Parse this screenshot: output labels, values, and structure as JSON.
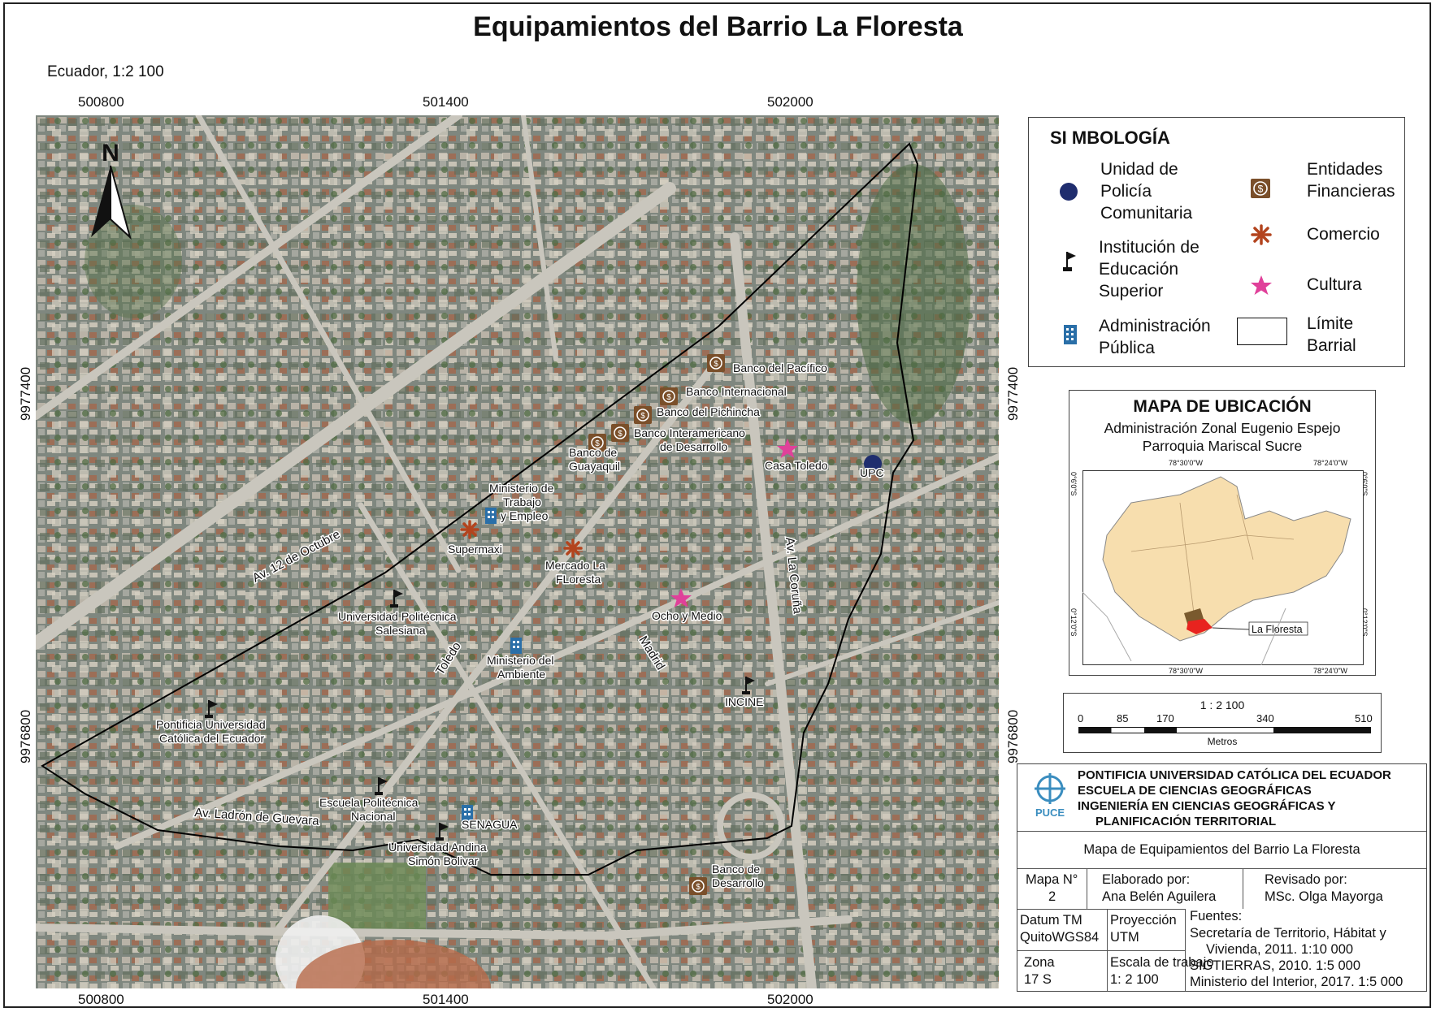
{
  "title": "Equipamientos del Barrio La Floresta",
  "subtitle": "Ecuador, 1:2 100",
  "axes": {
    "x_ticks": [
      "500800",
      "501400",
      "502000"
    ],
    "y_ticks": [
      "9977400",
      "9976800"
    ]
  },
  "north_arrow": "N",
  "streets": [
    "Av. 12 de Octubre",
    "Av. La Coruña",
    "Toledo",
    "Madrid",
    "Av. Ladrón de Guevara"
  ],
  "points": [
    {
      "name": "Banco del Pacífico",
      "category": "Entidades Financieras",
      "icon": "dollar-icon"
    },
    {
      "name": "Banco Internacional",
      "category": "Entidades Financieras",
      "icon": "dollar-icon"
    },
    {
      "name": "Banco del Pichincha",
      "category": "Entidades Financieras",
      "icon": "dollar-icon"
    },
    {
      "name_lines": [
        "Banco Interamericano",
        "de Desarrollo"
      ],
      "category": "Entidades Financieras",
      "icon": "dollar-icon"
    },
    {
      "name_lines": [
        "Banco de",
        "Guayaquil"
      ],
      "category": "Entidades Financieras",
      "icon": "dollar-icon"
    },
    {
      "name_lines": [
        "Banco de",
        "Desarrollo"
      ],
      "category": "Entidades Financieras",
      "icon": "dollar-icon"
    },
    {
      "name": "Casa Toledo",
      "category": "Cultura",
      "icon": "star-icon"
    },
    {
      "name": "Ocho y Medio",
      "category": "Cultura",
      "icon": "star-icon"
    },
    {
      "name": "UPC",
      "category": "Unidad de Policía Comunitaria",
      "icon": "circle-icon"
    },
    {
      "name_lines": [
        "Ministerio de",
        "Trabajo",
        "y Empleo"
      ],
      "category": "Administración Pública",
      "icon": "building-icon"
    },
    {
      "name_lines": [
        "Ministerio del",
        "Ambiente"
      ],
      "category": "Administración Pública",
      "icon": "building-icon"
    },
    {
      "name": "SENAGUA",
      "category": "Administración Pública",
      "icon": "building-icon"
    },
    {
      "name": "Supermaxi",
      "category": "Comercio",
      "icon": "asterisk-icon"
    },
    {
      "name_lines": [
        "Mercado La",
        "FLoresta"
      ],
      "category": "Comercio",
      "icon": "asterisk-icon"
    },
    {
      "name_lines": [
        "Universidad Politécnica",
        "Salesiana"
      ],
      "category": "Institución de Educación Superior",
      "icon": "flag-icon"
    },
    {
      "name_lines": [
        "Pontificia Universidad",
        "Católica del Ecuador"
      ],
      "category": "Institución de Educación Superior",
      "icon": "flag-icon"
    },
    {
      "name_lines": [
        "Escuela Politécnica",
        "Nacional"
      ],
      "category": "Institución de Educación Superior",
      "icon": "flag-icon"
    },
    {
      "name_lines": [
        "Universidad Andina",
        "Simón Bolivar"
      ],
      "category": "Institución de Educación Superior",
      "icon": "flag-icon"
    },
    {
      "name": "INCINE",
      "category": "Institución de Educación Superior",
      "icon": "flag-icon"
    }
  ],
  "legend": {
    "title": "SI MBOLOGÍA",
    "items": [
      {
        "lines": [
          "Unidad de",
          "Policía",
          "Comunitaria"
        ],
        "icon": "circle-icon",
        "color": "#1f2d6e"
      },
      {
        "lines": [
          "Entidades",
          "Financieras"
        ],
        "icon": "dollar-icon",
        "color": "#7a4f2a"
      },
      {
        "lines": [
          "Comercio"
        ],
        "icon": "asterisk-icon",
        "color": "#b3441e"
      },
      {
        "lines": [
          "Institución de",
          "Educación",
          "Superior"
        ],
        "icon": "flag-icon",
        "color": "#111111"
      },
      {
        "lines": [
          "Cultura"
        ],
        "icon": "star-icon",
        "color": "#e0409a"
      },
      {
        "lines": [
          "Administración",
          "Pública"
        ],
        "icon": "building-icon",
        "color": "#2a6fa8"
      },
      {
        "lines": [
          "Límite",
          "Barrial"
        ],
        "icon": "boundary-box",
        "color": "#111111"
      }
    ]
  },
  "location_map": {
    "title": "MAPA DE UBICACIÓN",
    "line1": "Administración Zonal Eugenio Espejo",
    "line2": "Parroquia Mariscal Sucre",
    "coords_top": [
      "78°30'0\"W",
      "78°24'0\"W"
    ],
    "coords_bottom": [
      "78°30'0\"W",
      "78°24'0\"W"
    ],
    "coords_side": [
      "0°6'0\"S",
      "0°12'0\"S"
    ],
    "label": "La Floresta",
    "colors": {
      "parish": "#f7deae",
      "highlight": "#e8231f",
      "adjacent": "#7a5a2e"
    }
  },
  "scale_bar": {
    "ratio": "1 : 2 100",
    "ticks": [
      "0",
      "85",
      "170",
      "340",
      "510"
    ],
    "unit": "Metros"
  },
  "title_block": {
    "institution": [
      "PONTIFICIA UNIVERSIDAD CATÓLICA DEL ECUADOR",
      "ESCUELA DE CIENCIAS GEOGRÁFICAS",
      "INGENIERÍA EN CIENCIAS GEOGRÁFICAS Y",
      "PLANIFICACIÓN TERRITORIAL"
    ],
    "logo_text": "PUCE",
    "map_title": "Mapa de Equipamientos del Barrio La Floresta",
    "map_no_label": "Mapa N°",
    "map_no": "2",
    "made_by_label": "Elaborado por:",
    "made_by": "Ana Belén Aguilera",
    "reviewed_label": "Revisado por:",
    "reviewed_by": "MSc. Olga Mayorga",
    "datum_label": "Datum TM",
    "datum": "QuitoWGS84",
    "projection_label": "Proyección",
    "projection": "UTM",
    "sources_label": "Fuentes:",
    "sources": [
      "Secretaría de Territorio, Hábitat y",
      "Vivienda, 2011. 1:10 000",
      "SIGTIERRAS, 2010. 1:5 000",
      "Ministerio del Interior, 2017. 1:5 000"
    ],
    "zone_label": "Zona",
    "zone": "17 S",
    "work_scale_label": "Escala de trabajo",
    "work_scale": "1: 2 100"
  }
}
